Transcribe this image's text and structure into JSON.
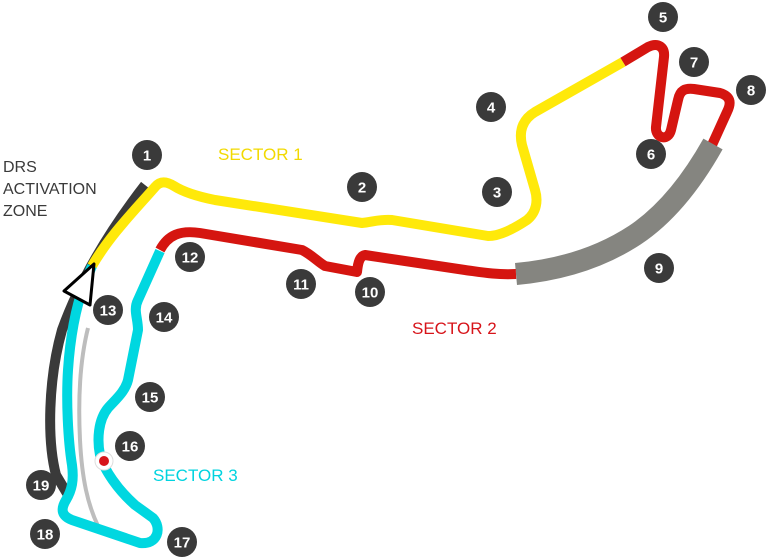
{
  "drs_label": {
    "line1": "DRS",
    "line2": "ACTIVATION",
    "line3": "ZONE"
  },
  "sectors": [
    {
      "label": "SECTOR 1",
      "color": "#f2d900"
    },
    {
      "label": "SECTOR 2",
      "color": "#d7141a"
    },
    {
      "label": "SECTOR 3",
      "color": "#00d3df"
    }
  ],
  "track_colors": {
    "sector1": "#ffe90a",
    "sector2": "#d51510",
    "sector3": "#00d7e0",
    "tunnel": "#858580",
    "drs_zone": "#3a3a3a",
    "pit_lane": "#bdbdbd"
  },
  "turns": [
    "1",
    "2",
    "3",
    "4",
    "5",
    "6",
    "7",
    "8",
    "9",
    "10",
    "11",
    "12",
    "13",
    "14",
    "15",
    "16",
    "17",
    "18",
    "19"
  ],
  "markers": {
    "drs_detection": "triangle",
    "start_point": "red-dot"
  }
}
